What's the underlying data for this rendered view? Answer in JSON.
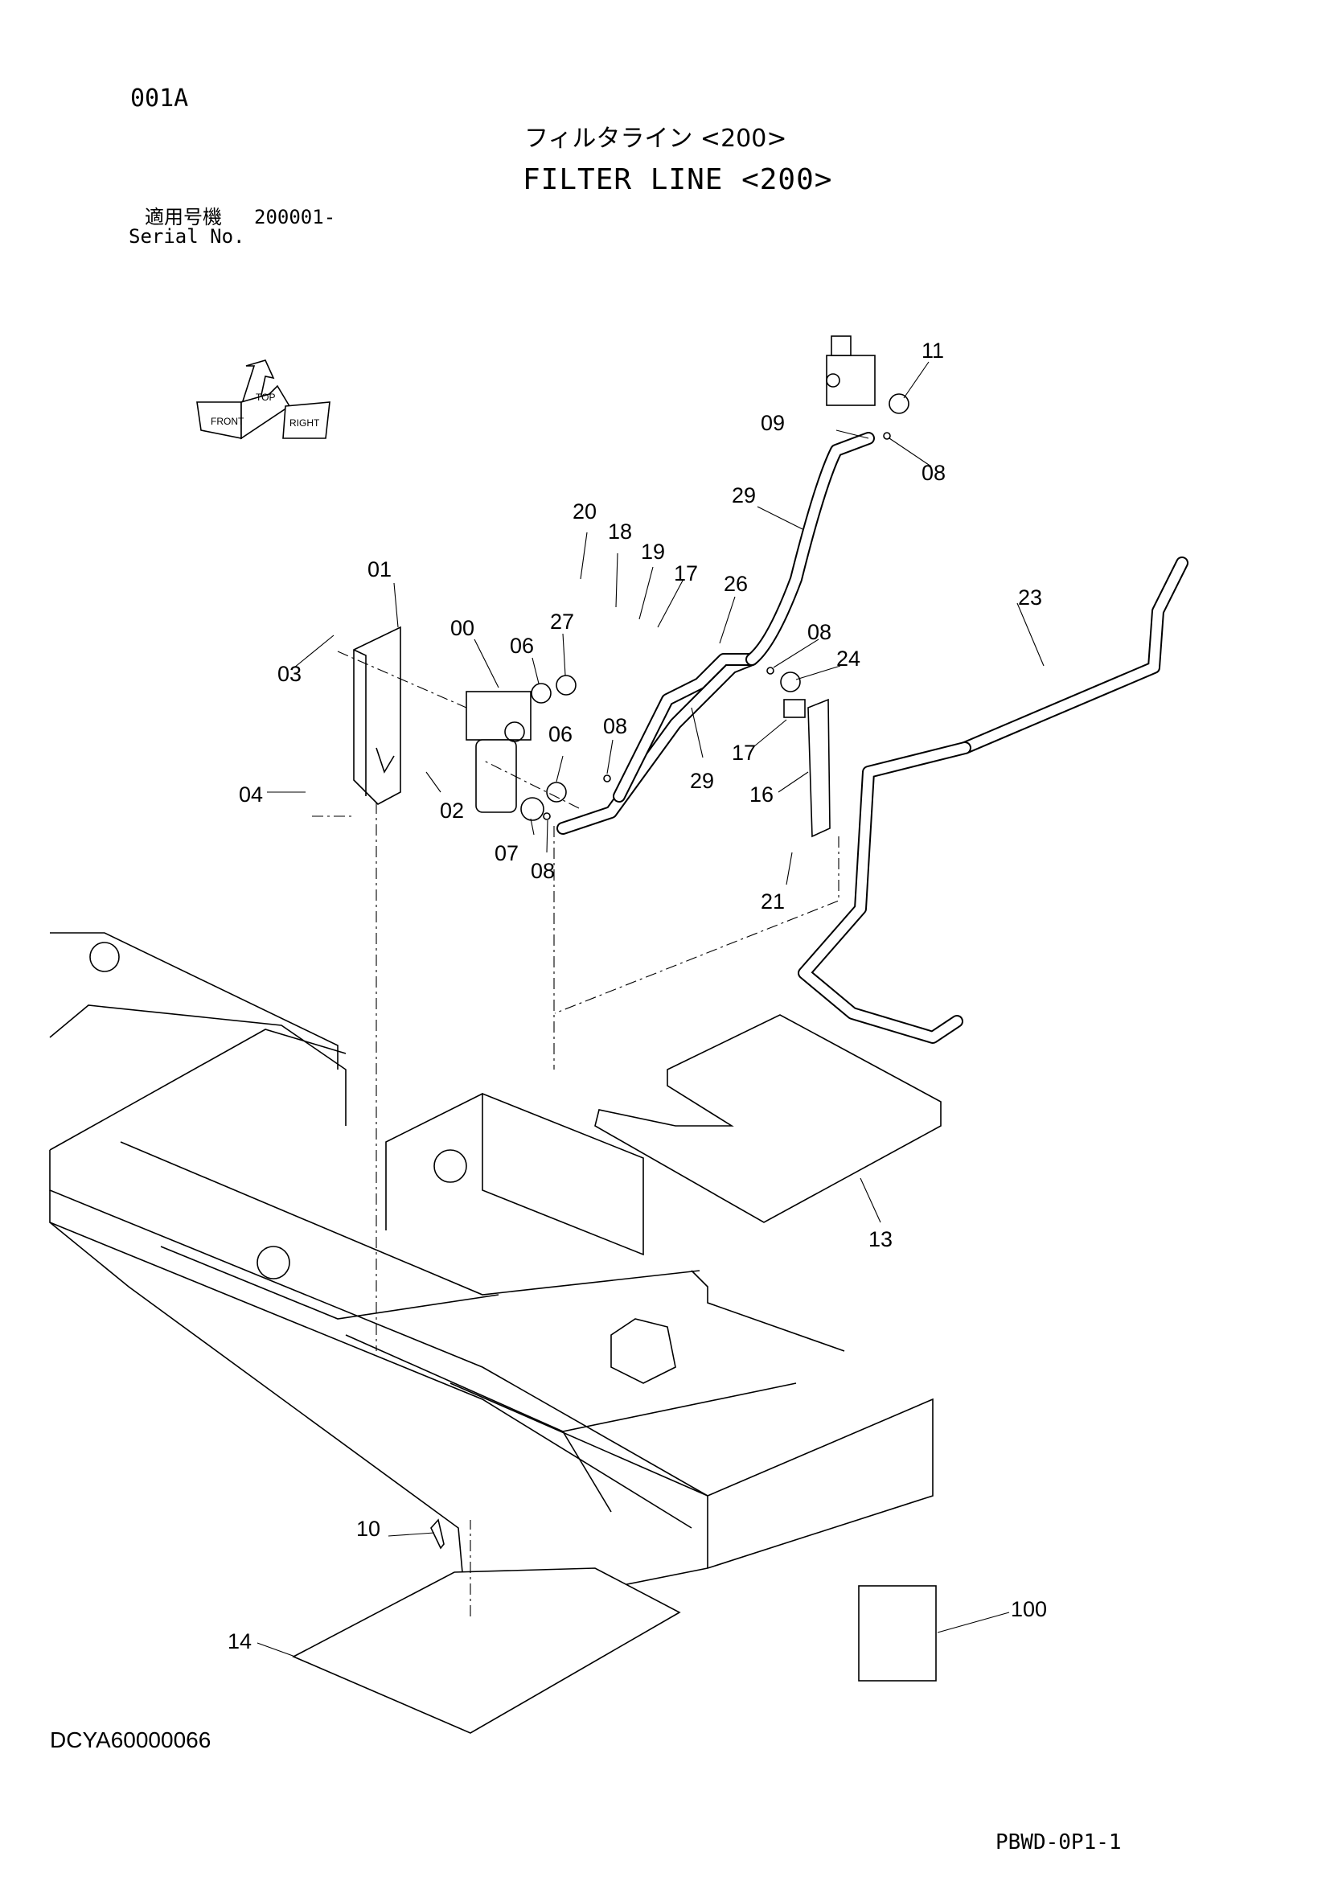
{
  "header": {
    "page_code": "001A",
    "title_jp": "フィルタライン <200>",
    "title_en": "FILTER LINE <200>",
    "serial_label_jp": "適用号機",
    "serial_value": "200001-",
    "serial_label_en": "Serial No."
  },
  "orientation_icon": {
    "labels": [
      "FRONT",
      "TOP",
      "RIGHT"
    ]
  },
  "callouts": {
    "p00": "00",
    "p01": "01",
    "p02": "02",
    "p03": "03",
    "p04": "04",
    "p06a": "06",
    "p06b": "06",
    "p07": "07",
    "p08a": "08",
    "p08b": "08",
    "p08c": "08",
    "p08d": "08",
    "p09": "09",
    "p10": "10",
    "p11": "11",
    "p13": "13",
    "p14": "14",
    "p16": "16",
    "p17a": "17",
    "p17b": "17",
    "p18": "18",
    "p19": "19",
    "p20": "20",
    "p21": "21",
    "p23": "23",
    "p24": "24",
    "p26": "26",
    "p27": "27",
    "p29a": "29",
    "p29b": "29",
    "p100": "100"
  },
  "footer": {
    "drawing_id": "DCYA60000066",
    "page_ref": "PBWD-0P1-1"
  }
}
